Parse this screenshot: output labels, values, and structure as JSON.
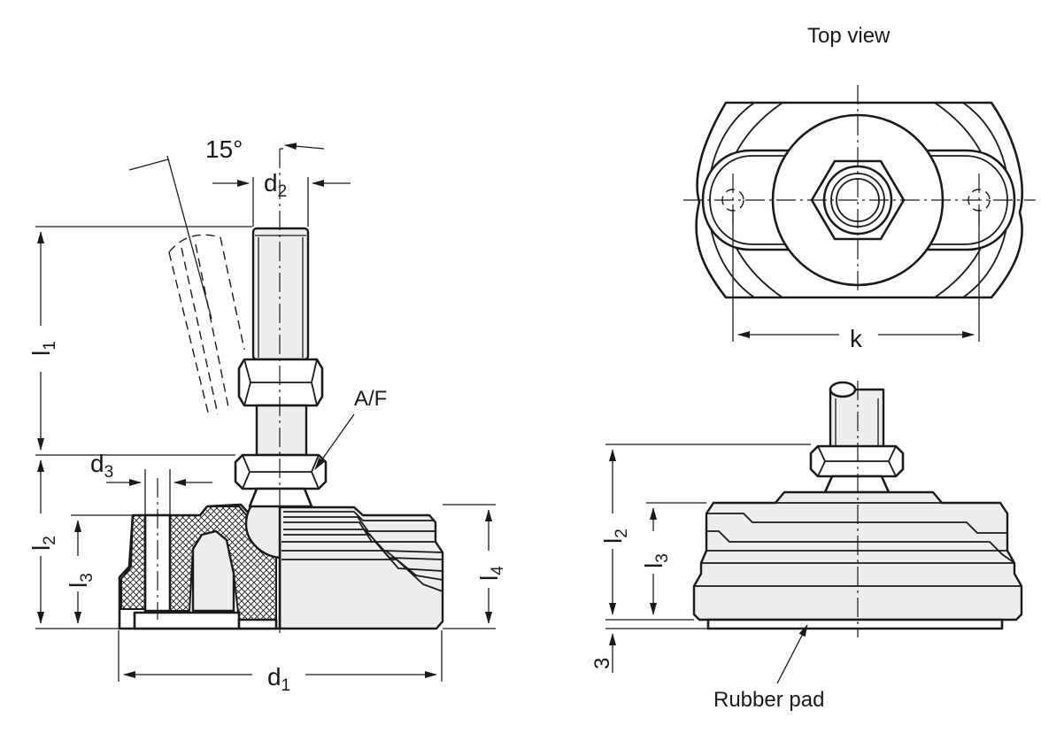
{
  "labels": {
    "top_view": "Top view",
    "angle": "15°",
    "d2": "d",
    "d2_sub": "2",
    "d3": "d",
    "d3_sub": "3",
    "d1": "d",
    "d1_sub": "1",
    "l1": "l",
    "l1_sub": "1",
    "l2_left": "l",
    "l2_left_sub": "2",
    "l3_left": "l",
    "l3_left_sub": "3",
    "l4": "l",
    "l4_sub": "4",
    "af": "A/F",
    "k": "k",
    "l2_right": "l",
    "l2_right_sub": "2",
    "l3_right": "l",
    "l3_right_sub": "3",
    "three": "3",
    "rubber_pad": "Rubber pad"
  }
}
